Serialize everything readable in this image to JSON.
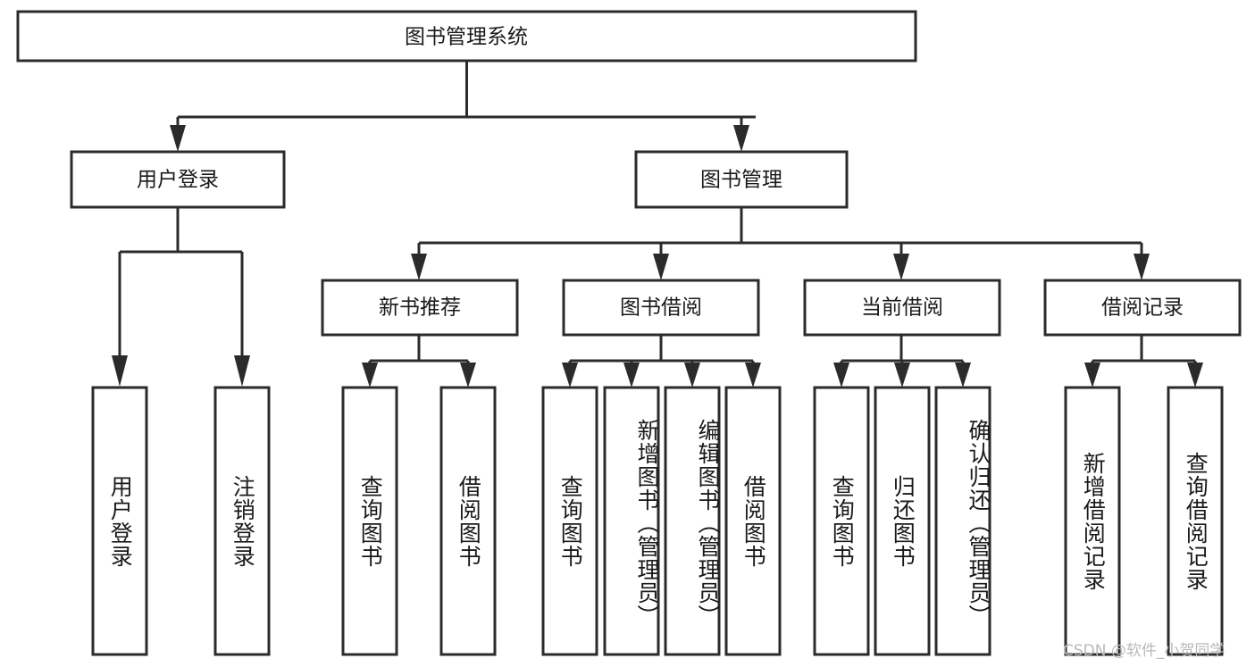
{
  "diagram": {
    "title": "图书管理系统",
    "type": "tree-hierarchy-chart",
    "root": {
      "label": "图书管理系统"
    },
    "level2": [
      {
        "label": "用户登录"
      },
      {
        "label": "图书管理"
      }
    ],
    "level3": [
      {
        "label": "新书推荐"
      },
      {
        "label": "图书借阅"
      },
      {
        "label": "当前借阅"
      },
      {
        "label": "借阅记录"
      }
    ],
    "leaves": {
      "user_login": [
        {
          "label": "用户登录"
        },
        {
          "label": "注销登录"
        }
      ],
      "new_book_recommend": [
        {
          "label": "查询图书"
        },
        {
          "label": "借阅图书"
        }
      ],
      "book_borrow": [
        {
          "label": "查询图书"
        },
        {
          "label": "新增图书（管理员）"
        },
        {
          "label": "编辑图书（管理员）"
        },
        {
          "label": "借阅图书"
        }
      ],
      "current_borrow": [
        {
          "label": "查询图书"
        },
        {
          "label": "归还图书"
        },
        {
          "label": "确认归还（管理员）"
        }
      ],
      "borrow_records": [
        {
          "label": "新增借阅记录"
        },
        {
          "label": "查询借阅记录"
        }
      ]
    }
  },
  "watermark": {
    "text": "CSDN @软件_小贺同学"
  },
  "colors": {
    "stroke": "#2b2b2b",
    "fill": "#ffffff",
    "text": "#1a1a1a",
    "watermark": "#b9b9b9"
  }
}
